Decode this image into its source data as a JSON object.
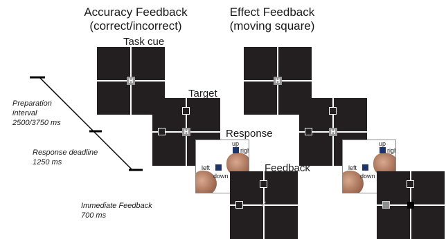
{
  "headings": {
    "accuracy_line1": "Accuracy Feedback",
    "accuracy_line2": "(correct/incorrect)",
    "effect_line1": "Effect Feedback",
    "effect_line2": "(moving square)"
  },
  "stage_labels": {
    "task_cue": "Task cue",
    "target": "Target",
    "response": "Response",
    "feedback": "Feedback"
  },
  "timings": {
    "preparation_line1": "Preparation",
    "preparation_line2": "interval",
    "preparation_line3": "2500/3750 ms",
    "deadline_line1": "Response deadline",
    "deadline_line2": "1250 ms",
    "immediate_line1": "Immediate Feedback",
    "immediate_line2": "700 ms"
  },
  "panel_glyphs": {
    "cue_letter": "H",
    "correct_mark": "✓"
  },
  "response_labels": {
    "up": "up",
    "right": "right",
    "left": "left",
    "down": "down"
  },
  "colors": {
    "panel": "#231f20",
    "response_square": "#1e3366",
    "background": "#ffffff"
  }
}
